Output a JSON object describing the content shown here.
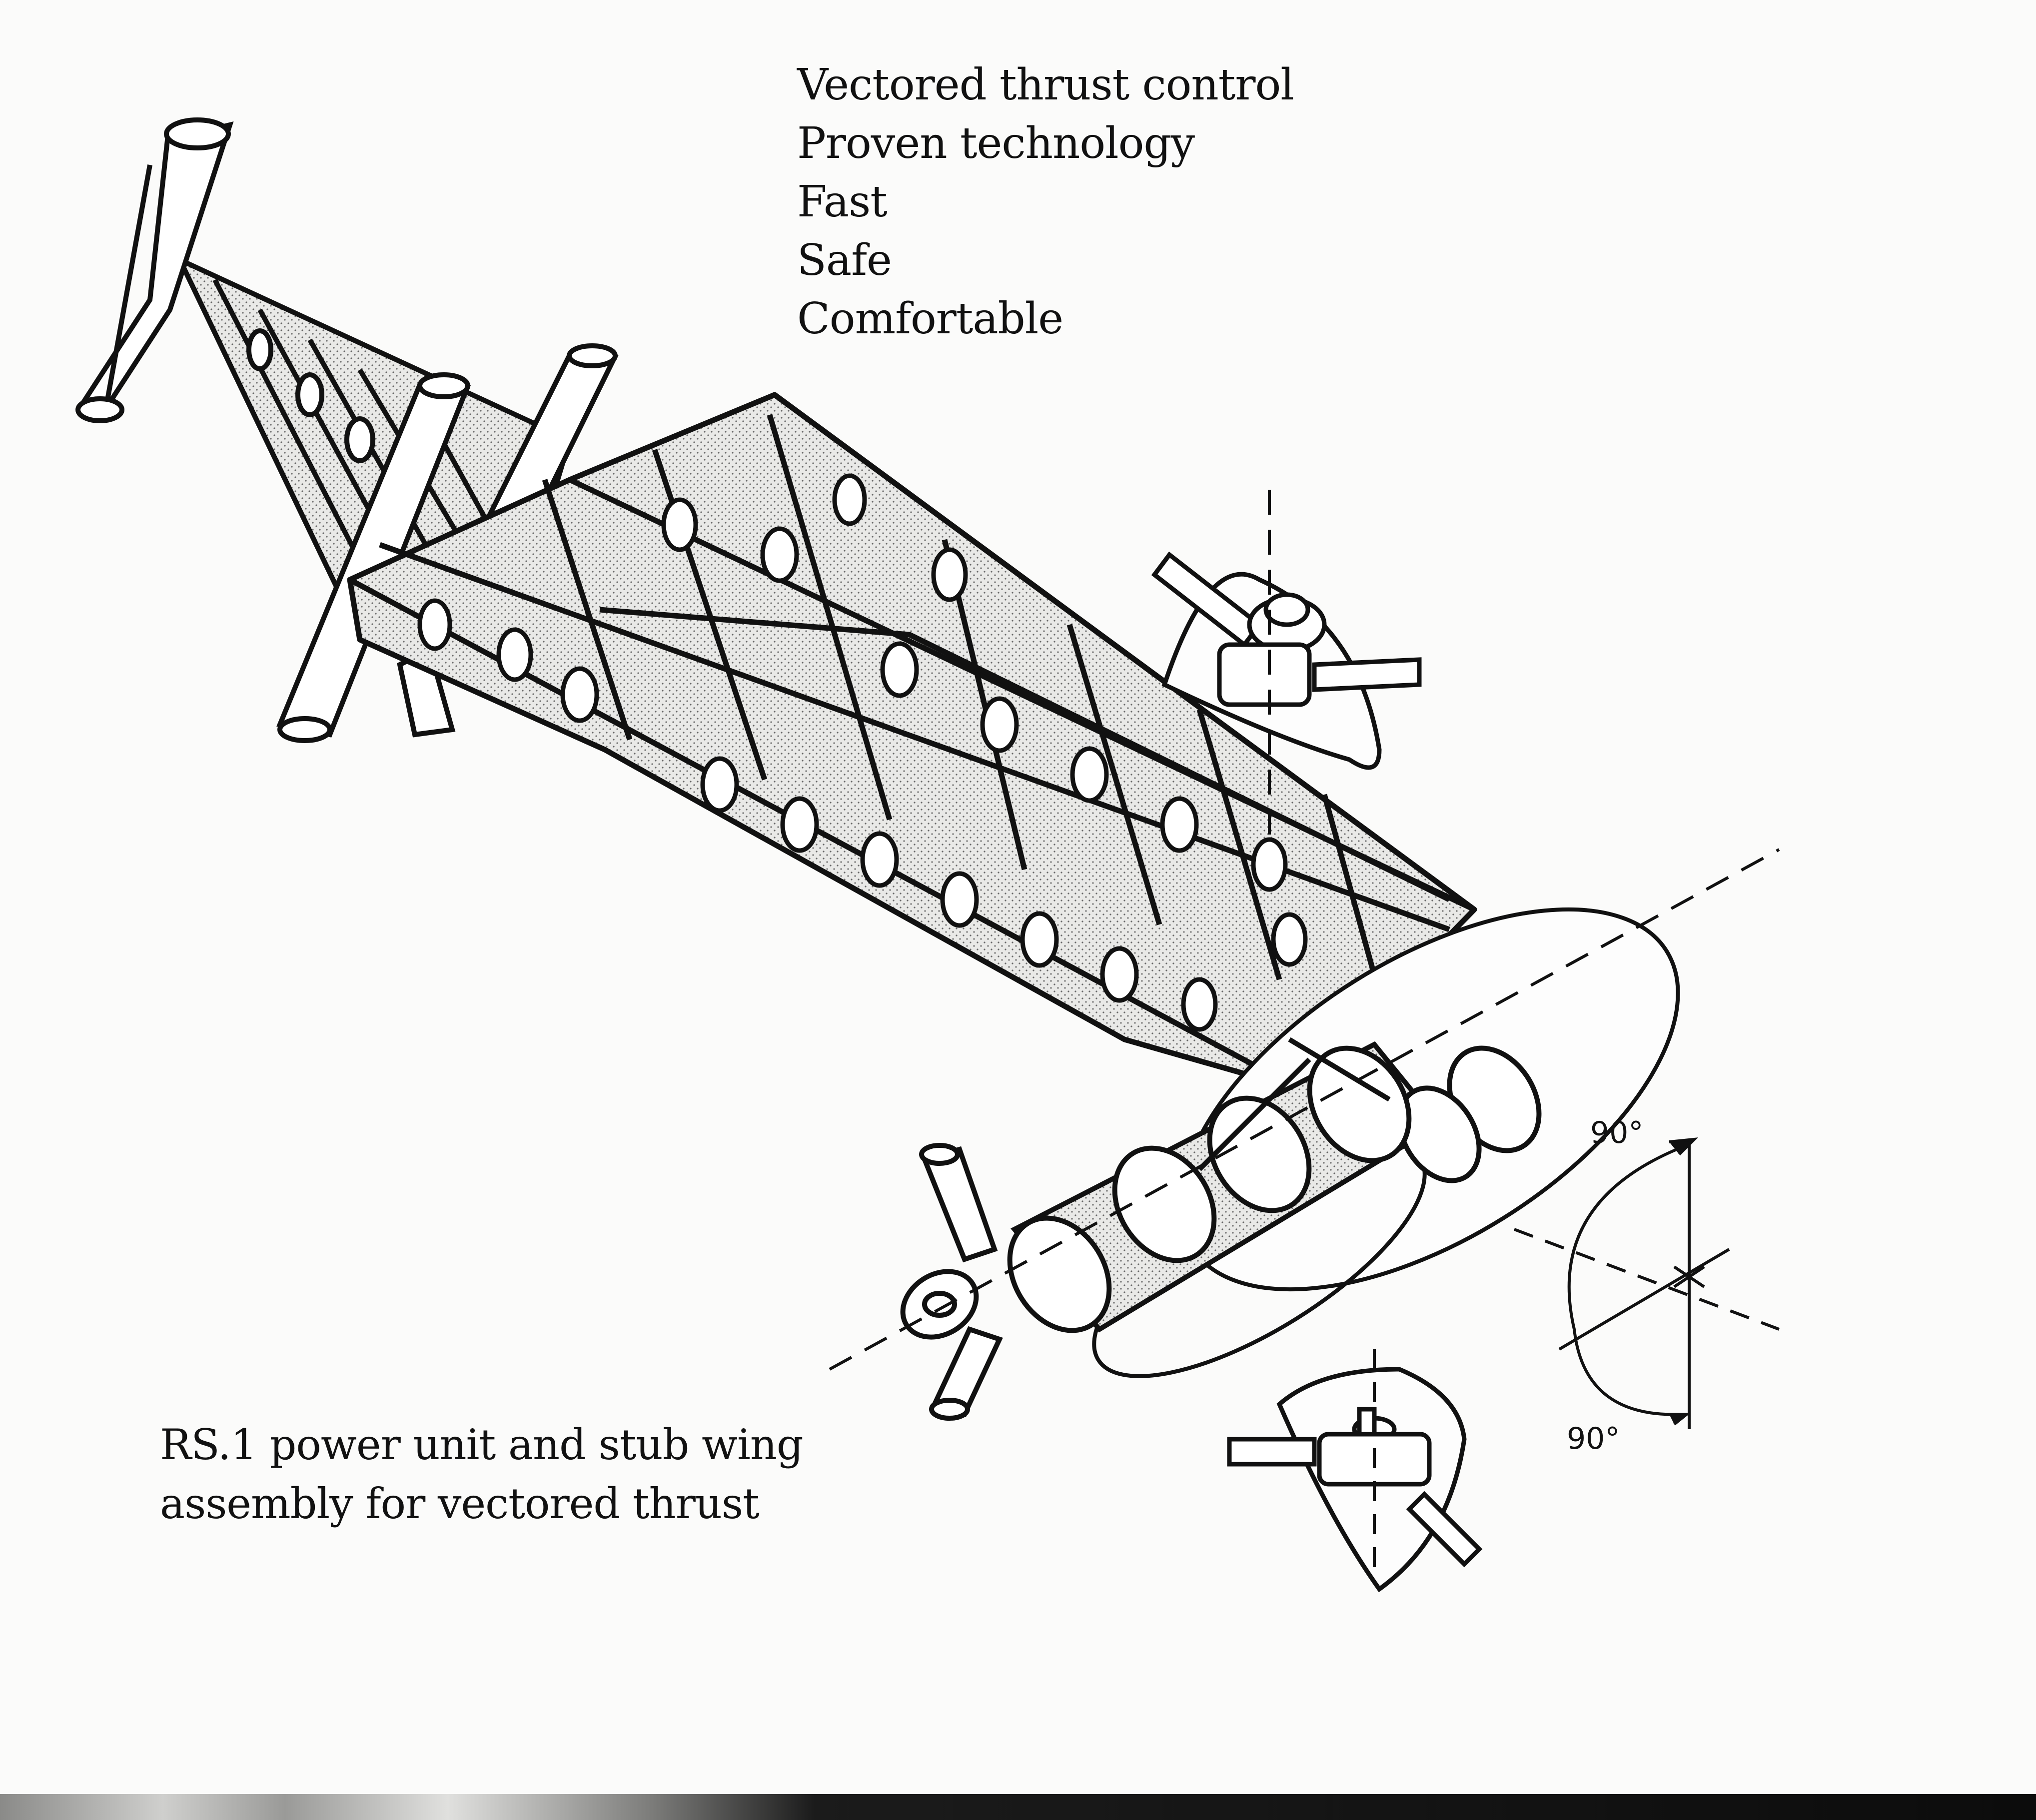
{
  "headline_list": {
    "items": [
      "Vectored thrust control",
      "Proven technology",
      "Fast",
      "Safe",
      "Comfortable"
    ]
  },
  "caption": {
    "line1": "RS.1 power unit and stub wing",
    "line2": "assembly for vectored thrust"
  },
  "rotation_angles": {
    "upper": "90°",
    "lower": "90°"
  }
}
